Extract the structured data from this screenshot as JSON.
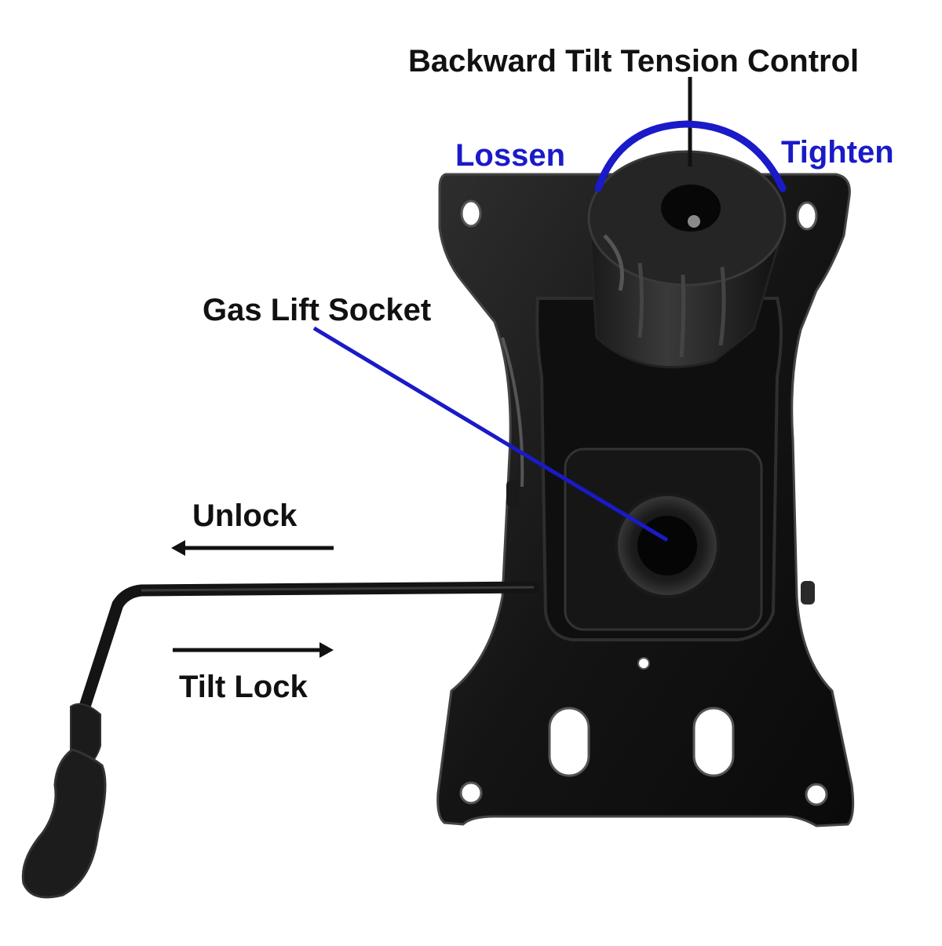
{
  "labels": {
    "tension_control": "Backward Tilt Tension Control",
    "loosen": "Lossen",
    "tighten": "Tighten",
    "gas_lift_socket": "Gas Lift Socket",
    "unlock": "Unlock",
    "tilt_lock": "Tilt Lock"
  },
  "colors": {
    "callout_blue": "#1a1ac8",
    "metal_dark": "#141414",
    "metal_edge": "#3a3a3a",
    "text_black": "#111111"
  }
}
